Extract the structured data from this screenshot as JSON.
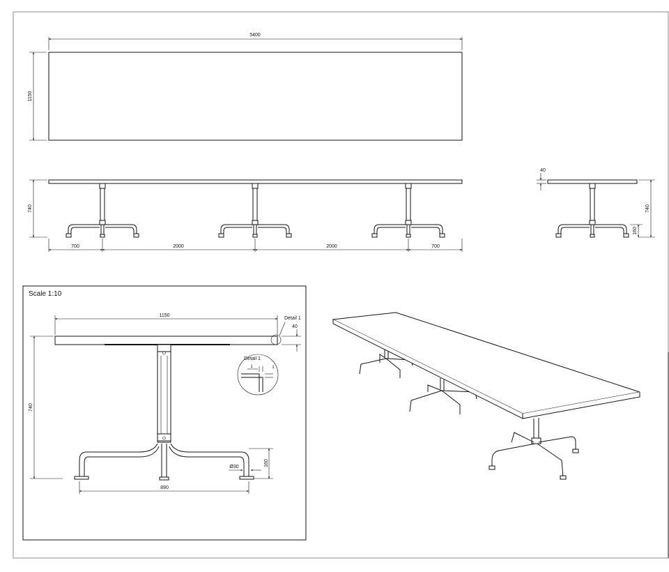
{
  "top_view": {
    "length": "5400",
    "width": "1150"
  },
  "side_view": {
    "height": "740",
    "seg_end_left": "700",
    "seg_mid_1": "2000",
    "seg_mid_2": "2000",
    "seg_end_right": "700"
  },
  "end_view": {
    "top_thickness": "40",
    "height": "740",
    "foot_height": "160"
  },
  "detail_view": {
    "scale_label": "Scale 1:10",
    "width": "1150",
    "detail_ref": "Detail 1",
    "top_thickness": "40",
    "height": "740",
    "foot_height": "160",
    "tube_diameter": "Ø30",
    "foot_span": "890",
    "inset_title": "Detail 1",
    "inset_dim_a": "1",
    "inset_dim_b": "1"
  },
  "colors": {
    "line": "#111111",
    "background": "#ffffff",
    "frame": "#888888"
  }
}
